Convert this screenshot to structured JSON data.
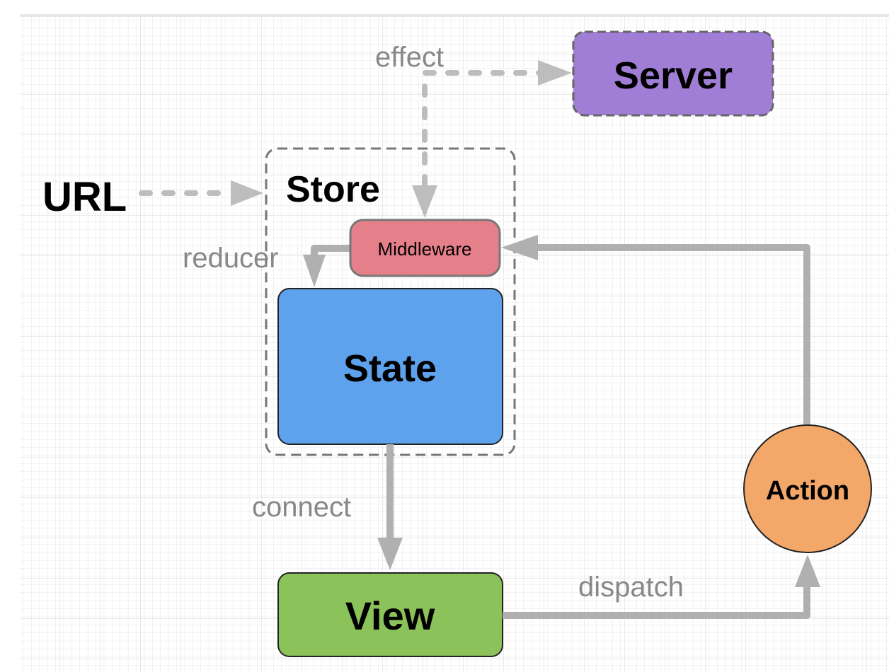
{
  "diagram": {
    "nodes": {
      "server": "Server",
      "store": "Store",
      "url": "URL",
      "middleware": "Middleware",
      "state": "State",
      "view": "View",
      "action": "Action"
    },
    "edges": {
      "effect": "effect",
      "reducer": "reducer",
      "connect": "connect",
      "dispatch": "dispatch"
    },
    "colors": {
      "server": "#a17ed6",
      "middleware": "#e57f8a",
      "state": "#5ea1ec",
      "view": "#8bc25a",
      "action": "#f3a86a",
      "arrow": "#b0b0b0"
    }
  }
}
